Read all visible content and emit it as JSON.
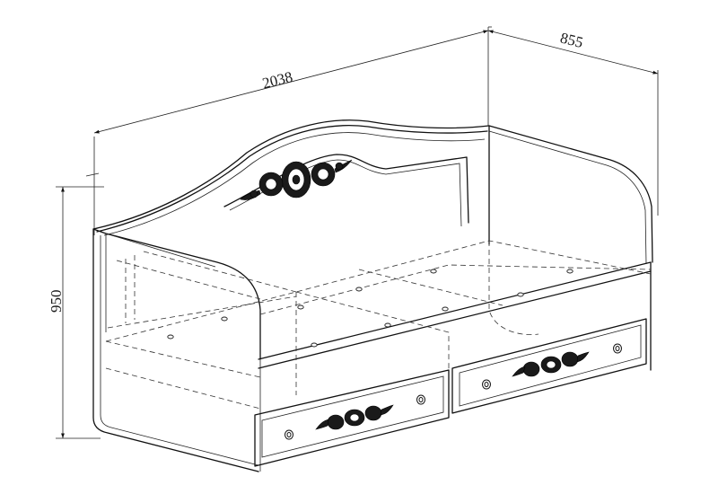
{
  "dimensions": {
    "length_label": "2038",
    "depth_label": "855",
    "height_label": "950"
  },
  "icons": {
    "arrow": "arrowhead-icon",
    "ornament": "floral-ornament-icon",
    "knob": "drawer-knob-icon"
  },
  "colors": {
    "line": "#111111",
    "background": "#ffffff"
  }
}
